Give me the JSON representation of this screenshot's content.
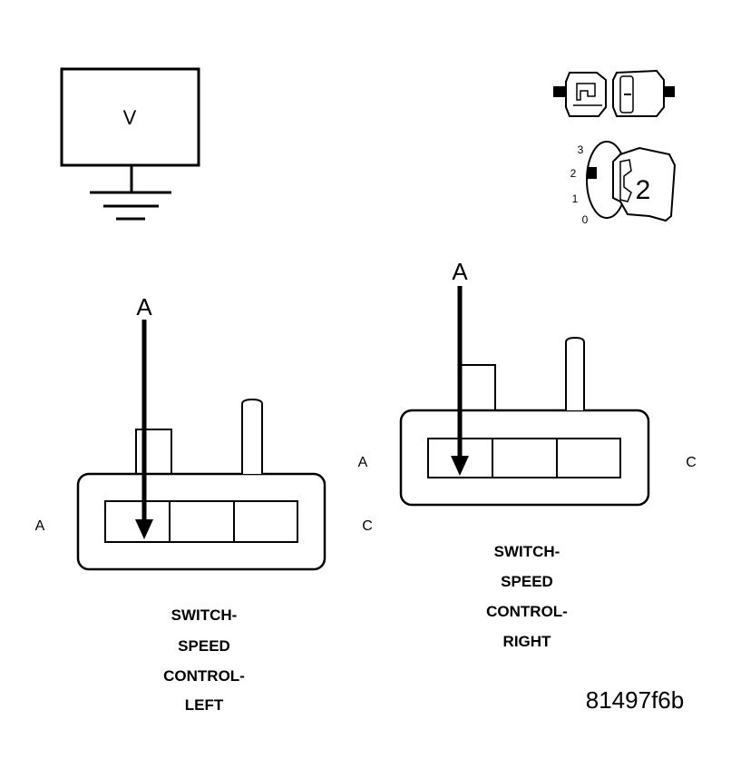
{
  "meter": {
    "label": "V"
  },
  "connector_lock_icon": "connector-lock-icon",
  "ignition": {
    "positions": [
      "3",
      "2",
      "1",
      "0"
    ],
    "key_number": "2"
  },
  "left_connector": {
    "probe_label": "A",
    "pin_left": "A",
    "pin_right": "C",
    "title_lines": [
      "SWITCH-",
      "SPEED",
      "CONTROL-",
      "LEFT"
    ]
  },
  "right_connector": {
    "probe_label": "A",
    "pin_left": "A",
    "pin_right": "C",
    "title_lines": [
      "SWITCH-",
      "SPEED",
      "CONTROL-",
      "RIGHT"
    ]
  },
  "figure_id": "81497f6b"
}
